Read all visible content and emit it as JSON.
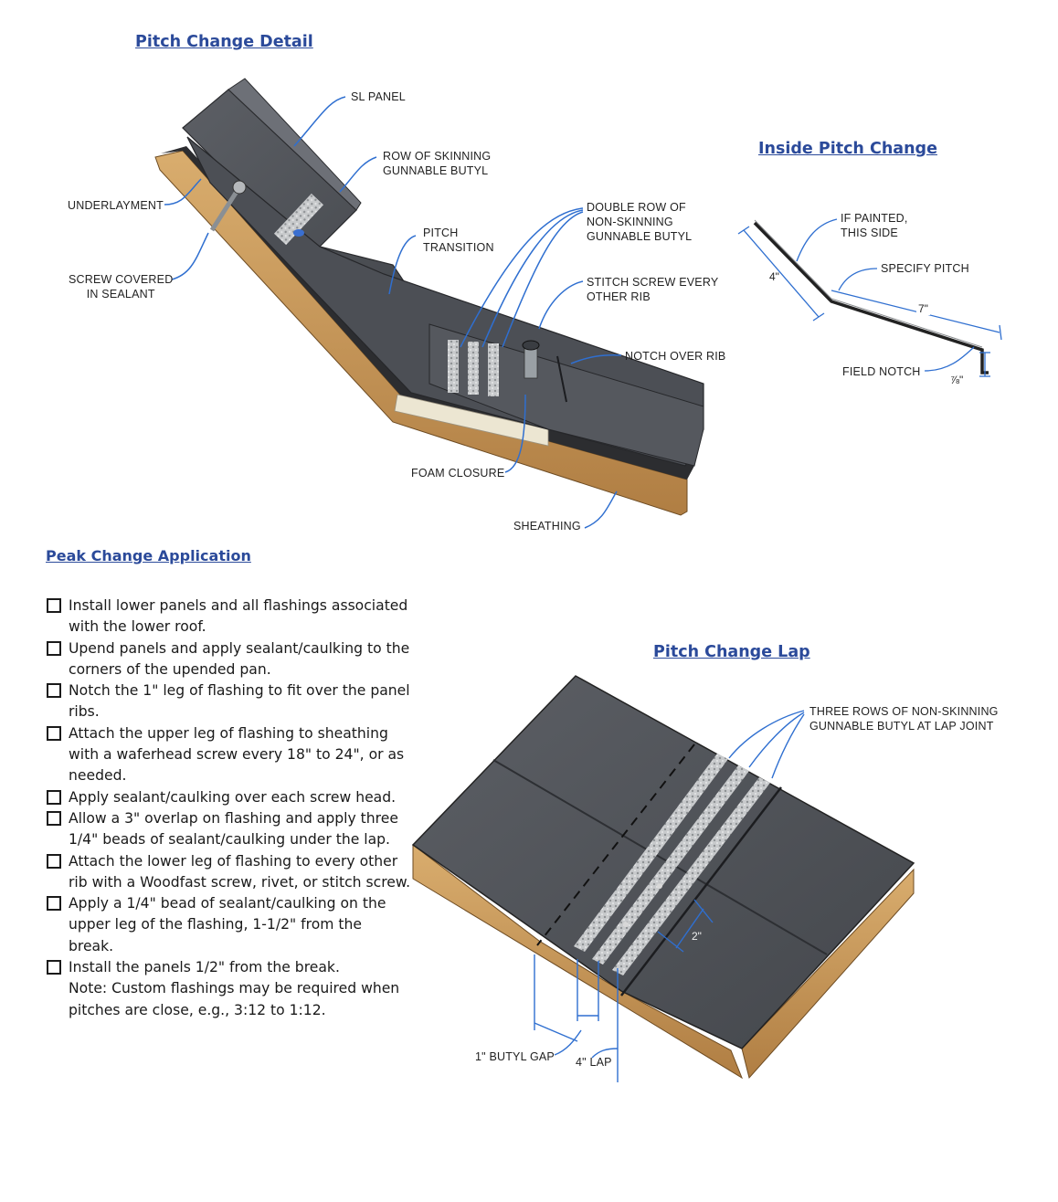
{
  "titles": {
    "pitch_change_detail": "Pitch Change Detail",
    "inside_pitch_change": "Inside Pitch Change",
    "peak_change_application": "Peak Change Application",
    "pitch_change_lap": "Pitch Change Lap"
  },
  "detail_labels": {
    "sl_panel": "SL PANEL",
    "row_of_skinning": [
      "ROW OF SKINNING",
      "GUNNABLE BUTYL"
    ],
    "underlayment": "UNDERLAYMENT",
    "screw_covered": [
      "SCREW COVERED",
      "IN SEALANT"
    ],
    "pitch_transition": [
      "PITCH",
      "TRANSITION"
    ],
    "double_row": [
      "DOUBLE ROW OF",
      "NON-SKINNING",
      "GUNNABLE BUTYL"
    ],
    "stitch_screw": [
      "STITCH SCREW EVERY",
      "OTHER RIB"
    ],
    "notch_over_rib": "NOTCH OVER RIB",
    "foam_closure": "FOAM CLOSURE",
    "sheathing": "SHEATHING"
  },
  "inside_labels": {
    "if_painted": [
      "IF PAINTED,",
      "THIS SIDE"
    ],
    "specify_pitch": "SPECIFY PITCH",
    "dim_4": "4\"",
    "dim_7": "7\"",
    "field_notch": "FIELD NOTCH",
    "dim_78": "⅞\""
  },
  "lap_labels": {
    "three_rows": [
      "THREE ROWS OF NON-SKINNING",
      "GUNNABLE BUTYL AT LAP JOINT"
    ],
    "dim_2": "2\"",
    "butyl_gap": "1\" BUTYL GAP",
    "lap_4": "4\" LAP"
  },
  "steps": [
    "Install lower panels and all flashings associated with the lower roof.",
    "Upend panels and apply sealant/caulking to the corners of the upended pan.",
    "Notch the 1\" leg of flashing to fit over the panel ribs.",
    "Attach the upper leg of flashing to sheathing with a waferhead screw every 18\" to 24\", or as needed.",
    "Apply sealant/caulking over each screw head.",
    "Allow a 3\" overlap on flashing and apply three 1/4\" beads of sealant/caulking under the lap.",
    "Attach the lower leg of flashing to every other rib with a Woodfast screw, rivet, or stitch screw.",
    "Apply a 1/4\" bead of sealant/caulking on the upper leg of the flashing, 1-1/2\" from the break.",
    "Install the panels 1/2\" from the break."
  ],
  "note": "Note: Custom flashings may be required when pitches are close, e.g., 3:12 to 1:12.",
  "colors": {
    "title_blue": "#2b4a9a",
    "leader_blue": "#2f6fd0",
    "panel_dark": "#4a4d52",
    "panel_mid": "#5d6066",
    "wood": "#c89a5e",
    "foam": "#ece6d2",
    "butyl": "#b9bcbf"
  }
}
